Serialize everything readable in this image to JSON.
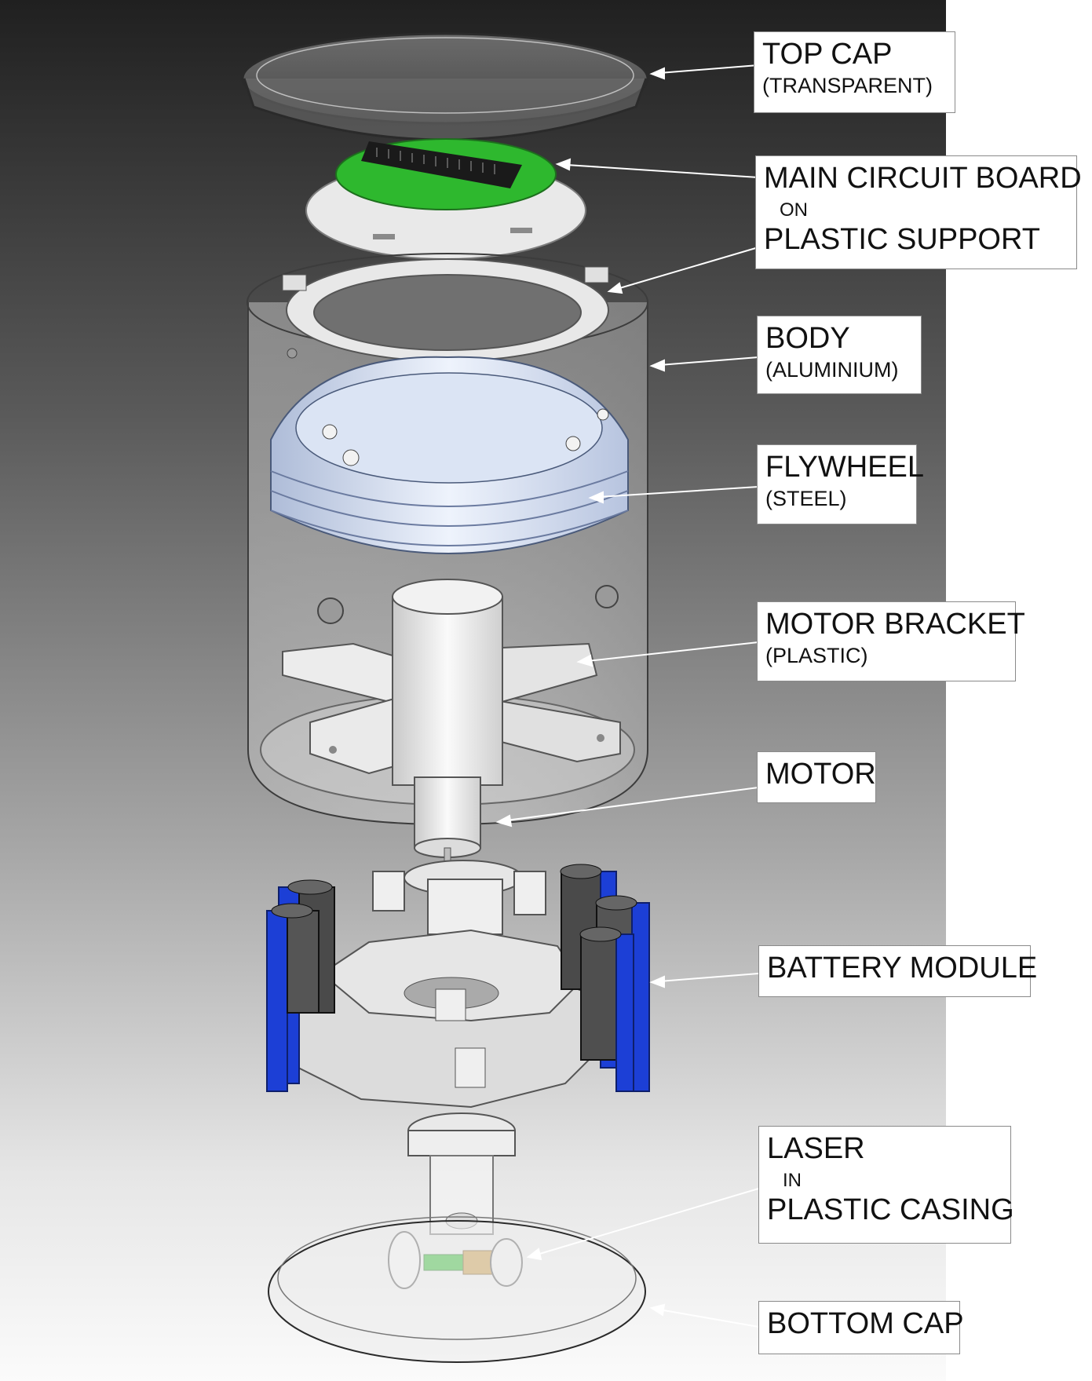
{
  "labels": {
    "top_cap": {
      "title": "TOP CAP",
      "material": "(TRANSPARENT)"
    },
    "circuit_board": {
      "line1": "MAIN CIRCUIT BOARD",
      "connector": "ON",
      "line2": "PLASTIC SUPPORT"
    },
    "body": {
      "title": "BODY",
      "material": "(ALUMINIUM)"
    },
    "flywheel": {
      "title": "FLYWHEEL",
      "material": "(STEEL)"
    },
    "motor_bracket": {
      "title": "MOTOR BRACKET",
      "material": "(PLASTIC)"
    },
    "motor": {
      "title": "MOTOR"
    },
    "battery_module": {
      "title": "BATTERY MODULE"
    },
    "laser": {
      "line1": "LASER",
      "connector": "IN",
      "line2": "PLASTIC CASING"
    },
    "bottom_cap": {
      "title": "BOTTOM CAP"
    }
  },
  "colors": {
    "pcb_green": "#2eb82e",
    "battery_blue": "#1c3fd6",
    "flywheel_blue": "#c8d6ee",
    "brass": "#c89a45"
  }
}
